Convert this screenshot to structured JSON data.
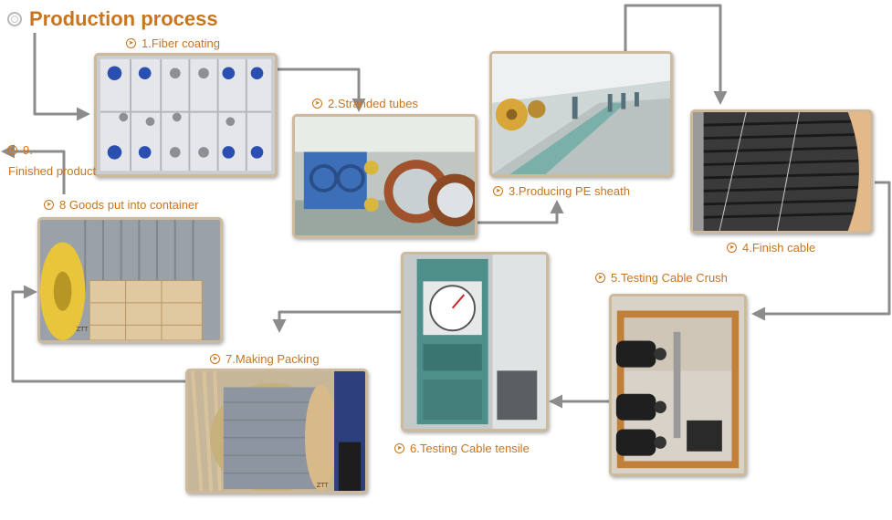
{
  "title": "Production process",
  "steps": {
    "s1": "1.Fiber coating",
    "s2": "2.Stranded tubes",
    "s3": "3.Producing PE sheath",
    "s4": "4.Finish cable",
    "s5": "5.Testing Cable Crush",
    "s6": "6.Testing Cable tensile",
    "s7": "7.Making Packing",
    "s8": "8 Goods put into container",
    "s9_num": "9.",
    "s9_text": "Finished product"
  },
  "photo_text": {
    "drum_mark_1": "ZTT",
    "drum_mark_2": "ZTT"
  },
  "colors": {
    "accent": "#c9741e",
    "arrow": "#8c8c8c",
    "frame": "#cdb99c"
  }
}
